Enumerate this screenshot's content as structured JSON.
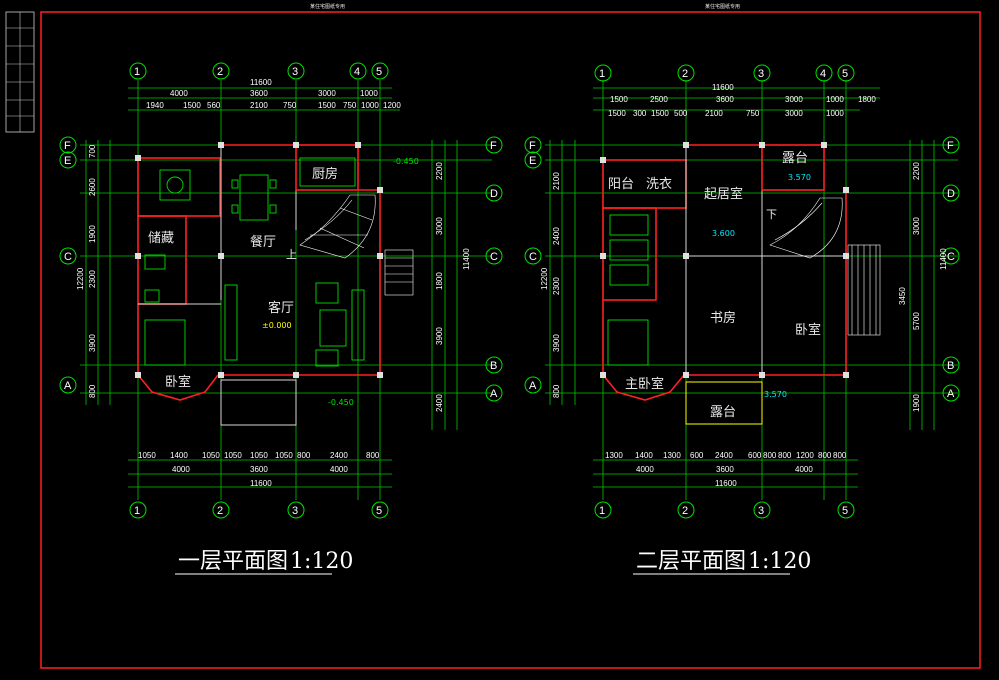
{
  "sheet": {
    "top_label_1": "某住宅图纸专用",
    "top_label_2": "某住宅图纸专用"
  },
  "plan1": {
    "title": "一层平面图",
    "scale": "1:120",
    "axes_x": [
      "1",
      "2",
      "3",
      "4",
      "5"
    ],
    "axes_y": [
      "F",
      "E",
      "D",
      "C",
      "B",
      "A"
    ],
    "total_dim": "11600",
    "top_dims_1": [
      "4000",
      "3600",
      "3000",
      "1000"
    ],
    "top_dims_2": [
      "1940",
      "1500",
      "560",
      "2100",
      "750",
      "1500",
      "750",
      "1000",
      "1200"
    ],
    "bottom_dims_1": [
      "1050",
      "1400",
      "1050",
      "1050",
      "1050",
      "1050",
      "800",
      "2400",
      "800"
    ],
    "bottom_dims_2": [
      "4000",
      "3600",
      "4000"
    ],
    "left_dims": [
      "700",
      "2600",
      "1900",
      "2300",
      "3900",
      "800"
    ],
    "left_total": "12200",
    "right_dims": [
      "2200",
      "3000",
      "1800",
      "3900",
      "2400"
    ],
    "right_total": "11400",
    "rooms": {
      "kitchen": "厨房",
      "dining": "餐厅",
      "storage": "储藏",
      "living": "客厅",
      "bedroom": "卧室",
      "up": "上"
    },
    "levels": {
      "floor": "±0.000",
      "outdoor_1": "-0.450",
      "outdoor_2": "-0.450"
    }
  },
  "plan2": {
    "title": "二层平面图",
    "scale": "1:120",
    "axes_x": [
      "1",
      "2",
      "3",
      "4",
      "5"
    ],
    "axes_y": [
      "F",
      "E",
      "D",
      "C",
      "B",
      "A"
    ],
    "total_dim": "11600",
    "top_dims_1": [
      "1500",
      "2500",
      "3600",
      "3000",
      "1000",
      "1800"
    ],
    "top_dims_2": [
      "1500",
      "300",
      "1500",
      "500",
      "2100",
      "750",
      "3000",
      "1000"
    ],
    "bottom_dims_1": [
      "1300",
      "1400",
      "1300",
      "600",
      "2400",
      "600",
      "800",
      "800",
      "1200",
      "800",
      "800"
    ],
    "bottom_dims_2": [
      "4000",
      "3600",
      "4000"
    ],
    "left_dims": [
      "2100",
      "2400",
      "2300",
      "3900",
      "800"
    ],
    "left_total": "12200",
    "right_dims": [
      "2200",
      "3000",
      "3450",
      "5700",
      "1900"
    ],
    "right_total": "11400",
    "rooms": {
      "balcony": "阳台",
      "laundry": "洗衣",
      "family": "起居室",
      "terrace_top": "露台",
      "study": "书房",
      "bedroom": "卧室",
      "master": "主卧室",
      "terrace_bottom": "露台",
      "down": "下"
    },
    "levels": {
      "family": "3.600",
      "terrace_top": "3.570",
      "terrace_bottom": "3.570"
    }
  }
}
